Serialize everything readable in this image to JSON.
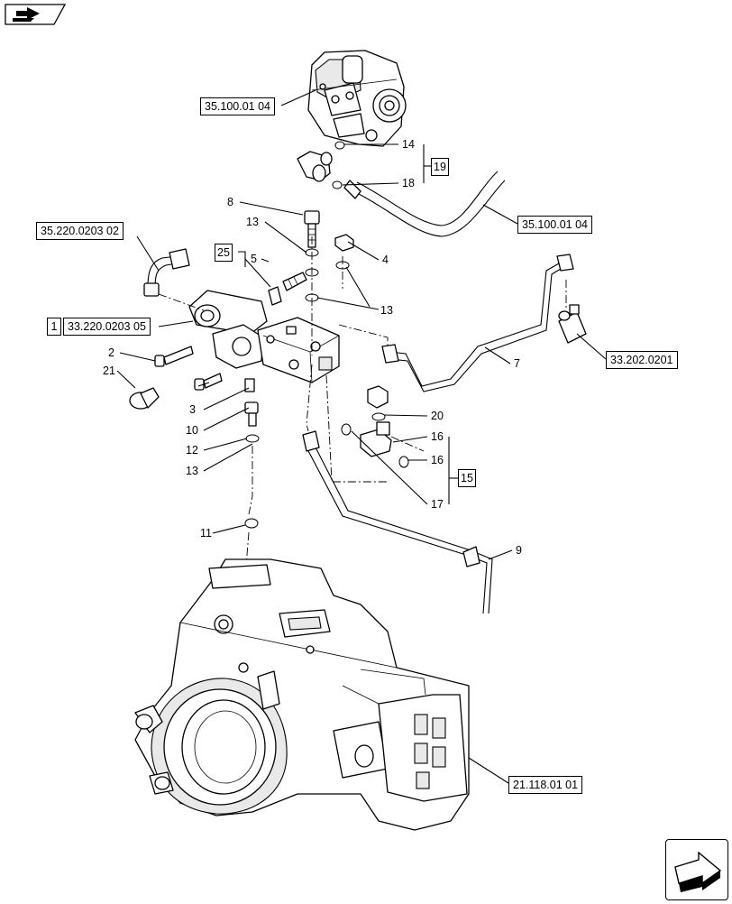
{
  "refs": {
    "valve_top": "35.100.01 04",
    "pipe_right": "35.100.01 04",
    "fitting_left": "35.220.0203 02",
    "block_qty": "1",
    "block": "33.220.0203 05",
    "sensor": "33.202.0201",
    "housing": "21.118.01 01"
  },
  "brackets": {
    "b19": "19",
    "b25": "25",
    "b15": "15"
  },
  "callouts": {
    "c14": "14",
    "c18": "18",
    "c8": "8",
    "c13a": "13",
    "c4": "4",
    "c5": "5",
    "c13b": "13",
    "c2": "2",
    "c21": "21",
    "c3": "3",
    "c10": "10",
    "c12": "12",
    "c13c": "13",
    "c7": "7",
    "c20": "20",
    "c16a": "16",
    "c16b": "16",
    "c17": "17",
    "c11": "11",
    "c9": "9"
  },
  "icons": {
    "top": "previous-page-arrow-icon",
    "bottom": "next-page-arrow-icon"
  }
}
